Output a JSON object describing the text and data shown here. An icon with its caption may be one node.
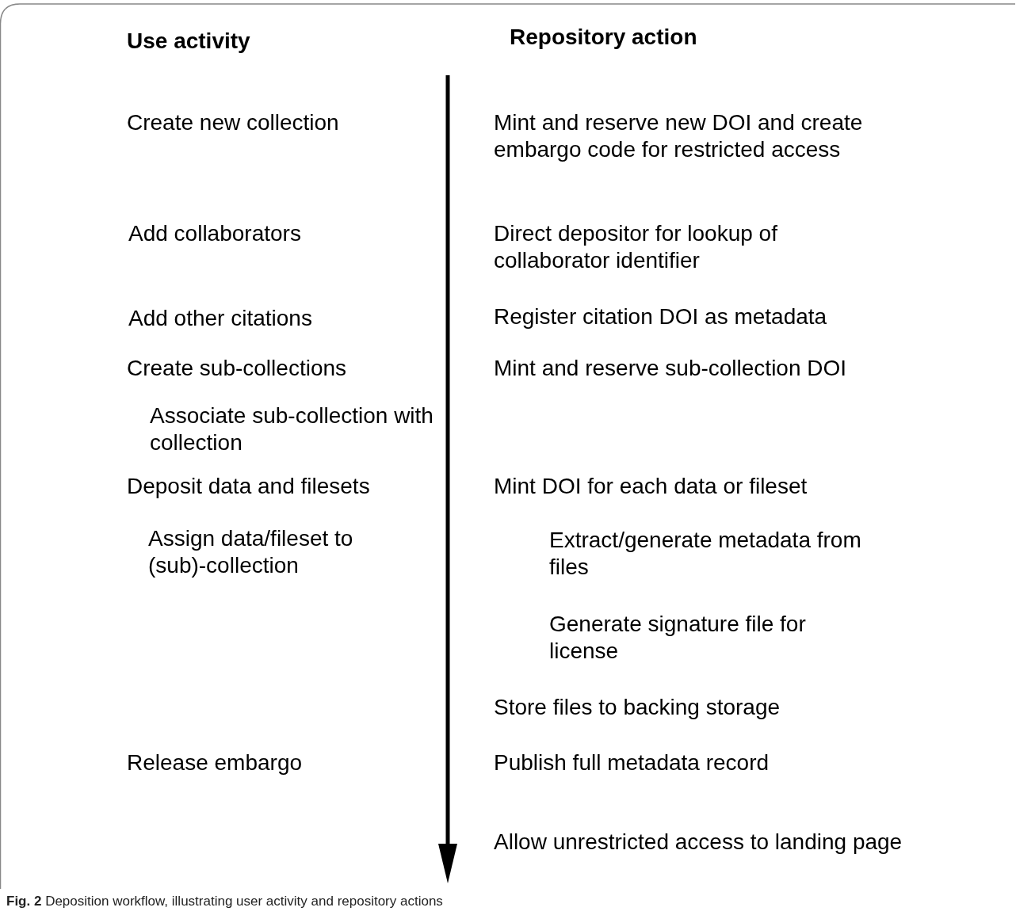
{
  "diagram": {
    "caption": "**Fig. 2** Deposition workflow, illustrating user activity and repository actions",
    "labels": [
      "Use activity",
      "Repository action",
      "Create new collection",
      "Mint and reserve new DOI and create embargo code for restricted access",
      "Add collaborators",
      "Direct depositor for lookup of collaborator identifier",
      "Add other citations",
      "Register citation DOI as metadata",
      "Create sub-collections",
      "Mint and reserve sub-collection DOI",
      "Associate sub-collection with collection",
      "Deposit data and filesets",
      "Mint DOI for each data or fileset",
      "Assign data/fileset to (sub)-collection",
      "Extract/generate metadata from files",
      "Generate signature file for license",
      "Store files to backing storage",
      "Release embargo",
      "Publish full metadata record",
      "Allow unrestricted access to landing page"
    ]
  }
}
